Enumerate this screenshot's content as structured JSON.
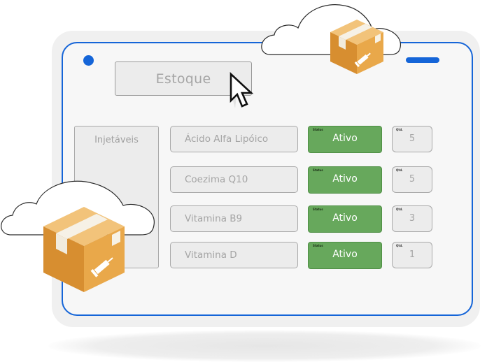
{
  "app": {
    "title": "Estoque",
    "category": "Injetáveis"
  },
  "table": {
    "rows": [
      {
        "name": "Ácido Alfa Lipóico",
        "status_caption": "Status",
        "status": "Ativo",
        "qty_caption": "Qtd.",
        "qty": "5"
      },
      {
        "name": "Coezima Q10",
        "status_caption": "Status",
        "status": "Ativo",
        "qty_caption": "Qtd.",
        "qty": "5"
      },
      {
        "name": "Vitamina B9",
        "status_caption": "Status",
        "status": "Ativo",
        "qty_caption": "Qtd.",
        "qty": "3"
      },
      {
        "name": "Vitamina D",
        "status_caption": "Status",
        "status": "Ativo",
        "qty_caption": "Qtd.",
        "qty": "1"
      }
    ]
  },
  "icons": {
    "cursor": "mouse-pointer-icon",
    "box": "cardboard-box-icon",
    "syringe": "syringe-icon",
    "cloud": "cloud-icon"
  },
  "colors": {
    "frame_blue": "#1565d8",
    "status_green": "#67a85c",
    "box_orange": "#e0a045"
  }
}
